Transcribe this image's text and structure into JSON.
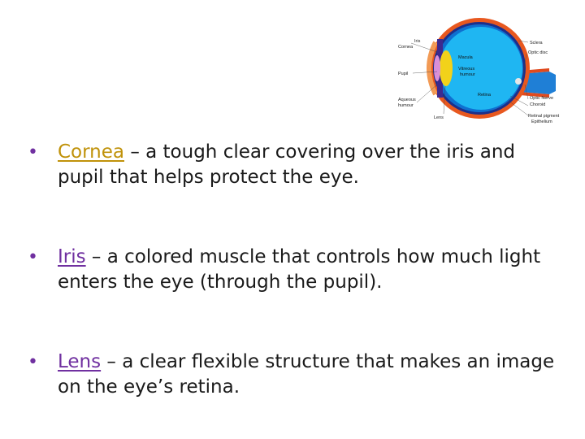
{
  "colors": {
    "bullet": "#7030a0",
    "cornea_term": "#c0920a",
    "iris_term": "#7030a0",
    "lens_term": "#7030a0",
    "body_text": "#1a1a1a"
  },
  "diagram": {
    "labels": {
      "iris": "Iris",
      "cornea": "Cornea",
      "pupil": "Pupil",
      "aqueous": "Aqueous",
      "humour": "humour",
      "lens": "Lens",
      "sclera": "Sclera",
      "optic_disc": "Optic disc",
      "macula": "Macula",
      "vitreous": "Vitreous",
      "vitreous_humour": "humour",
      "retina": "Retina",
      "optic_nerve": "Optic Nerve",
      "choroid": "Choroid",
      "retinal_pigment": "Retinal pigment",
      "epithelium": "Epithelium"
    }
  },
  "bullets": [
    {
      "marker": "•",
      "term": "Cornea",
      "text": " – a tough clear covering over the iris and pupil that helps protect the eye."
    },
    {
      "marker": "•",
      "term": "Iris",
      "text": " – a colored muscle that controls how much light enters the eye (through the pupil)."
    },
    {
      "marker": "•",
      "term": "Lens",
      "text": " – a clear flexible structure that makes an image on the eye’s retina."
    }
  ]
}
